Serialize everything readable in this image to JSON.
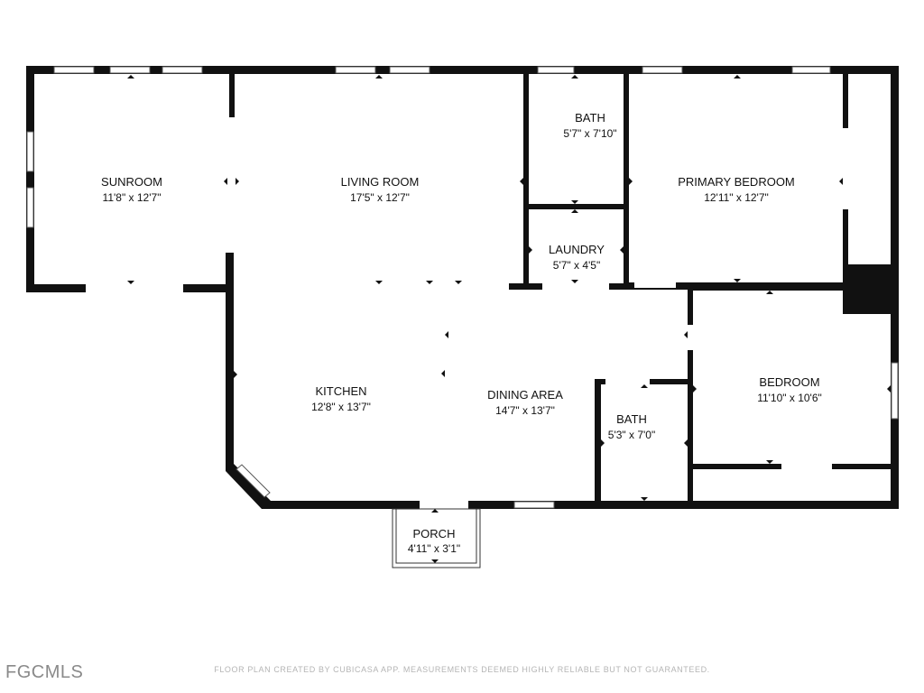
{
  "rooms": [
    {
      "name": "SUNROOM",
      "dims": "11'8\" x 12'7\""
    },
    {
      "name": "LIVING ROOM",
      "dims": "17'5\" x 12'7\""
    },
    {
      "name": "BATH",
      "dims": "5'7\" x 7'10\""
    },
    {
      "name": "PRIMARY BEDROOM",
      "dims": "12'11\" x 12'7\""
    },
    {
      "name": "LAUNDRY",
      "dims": "5'7\" x 4'5\""
    },
    {
      "name": "KITCHEN",
      "dims": "12'8\" x 13'7\""
    },
    {
      "name": "DINING AREA",
      "dims": "14'7\" x 13'7\""
    },
    {
      "name": "BATH",
      "dims": "5'3\" x 7'0\""
    },
    {
      "name": "BEDROOM",
      "dims": "11'10\" x 10'6\""
    },
    {
      "name": "PORCH",
      "dims": "4'11\" x 3'1\""
    }
  ],
  "footer": {
    "disclaimer": "FLOOR PLAN CREATED BY CUBICASA APP. MEASUREMENTS DEEMED HIGHLY RELIABLE BUT NOT GUARANTEED.",
    "logo": "FGCMLS"
  },
  "colors": {
    "wall": "#111111",
    "window": "#cfcfcf",
    "background": "#ffffff"
  }
}
